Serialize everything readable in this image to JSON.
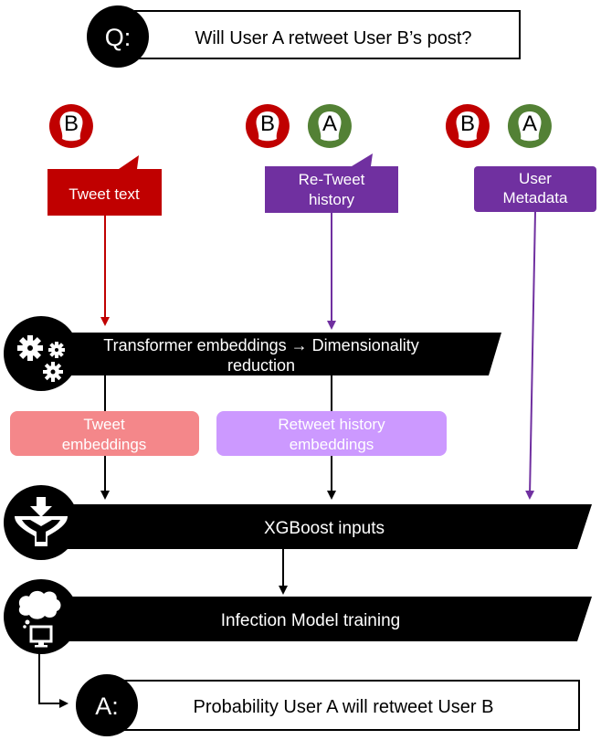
{
  "question": {
    "badge": "Q:",
    "text": "Will User A retweet User B’s post?"
  },
  "answer": {
    "badge": "A:",
    "text": "Probability User A will retweet User B"
  },
  "users": {
    "b": "B",
    "a": "A"
  },
  "sources": {
    "tweet_text": {
      "label": "Tweet text"
    },
    "retweet_history": {
      "line1": "Re-Tweet",
      "line2": "history"
    },
    "user_metadata": {
      "line1": "User",
      "line2": "Metadata"
    }
  },
  "stages": {
    "transformer": {
      "line1": "Transformer embeddings → Dimensionality",
      "line2": "reduction"
    },
    "xgboost": {
      "label": "XGBoost inputs"
    },
    "infection": {
      "label": "Infection Model training"
    }
  },
  "embeddings": {
    "tweet": {
      "line1": "Tweet",
      "line2": "embeddings"
    },
    "retweet": {
      "line1": "Retweet history",
      "line2": "embeddings"
    }
  },
  "colors": {
    "red": "#c00000",
    "green": "#538135",
    "purple": "#7030a0",
    "pink": "#f4878a",
    "lavender": "#cc99ff",
    "black": "#000000"
  },
  "icons": [
    "gears-icon",
    "funnel-icon",
    "thought-computer-icon",
    "user-b-icon",
    "user-a-icon"
  ]
}
